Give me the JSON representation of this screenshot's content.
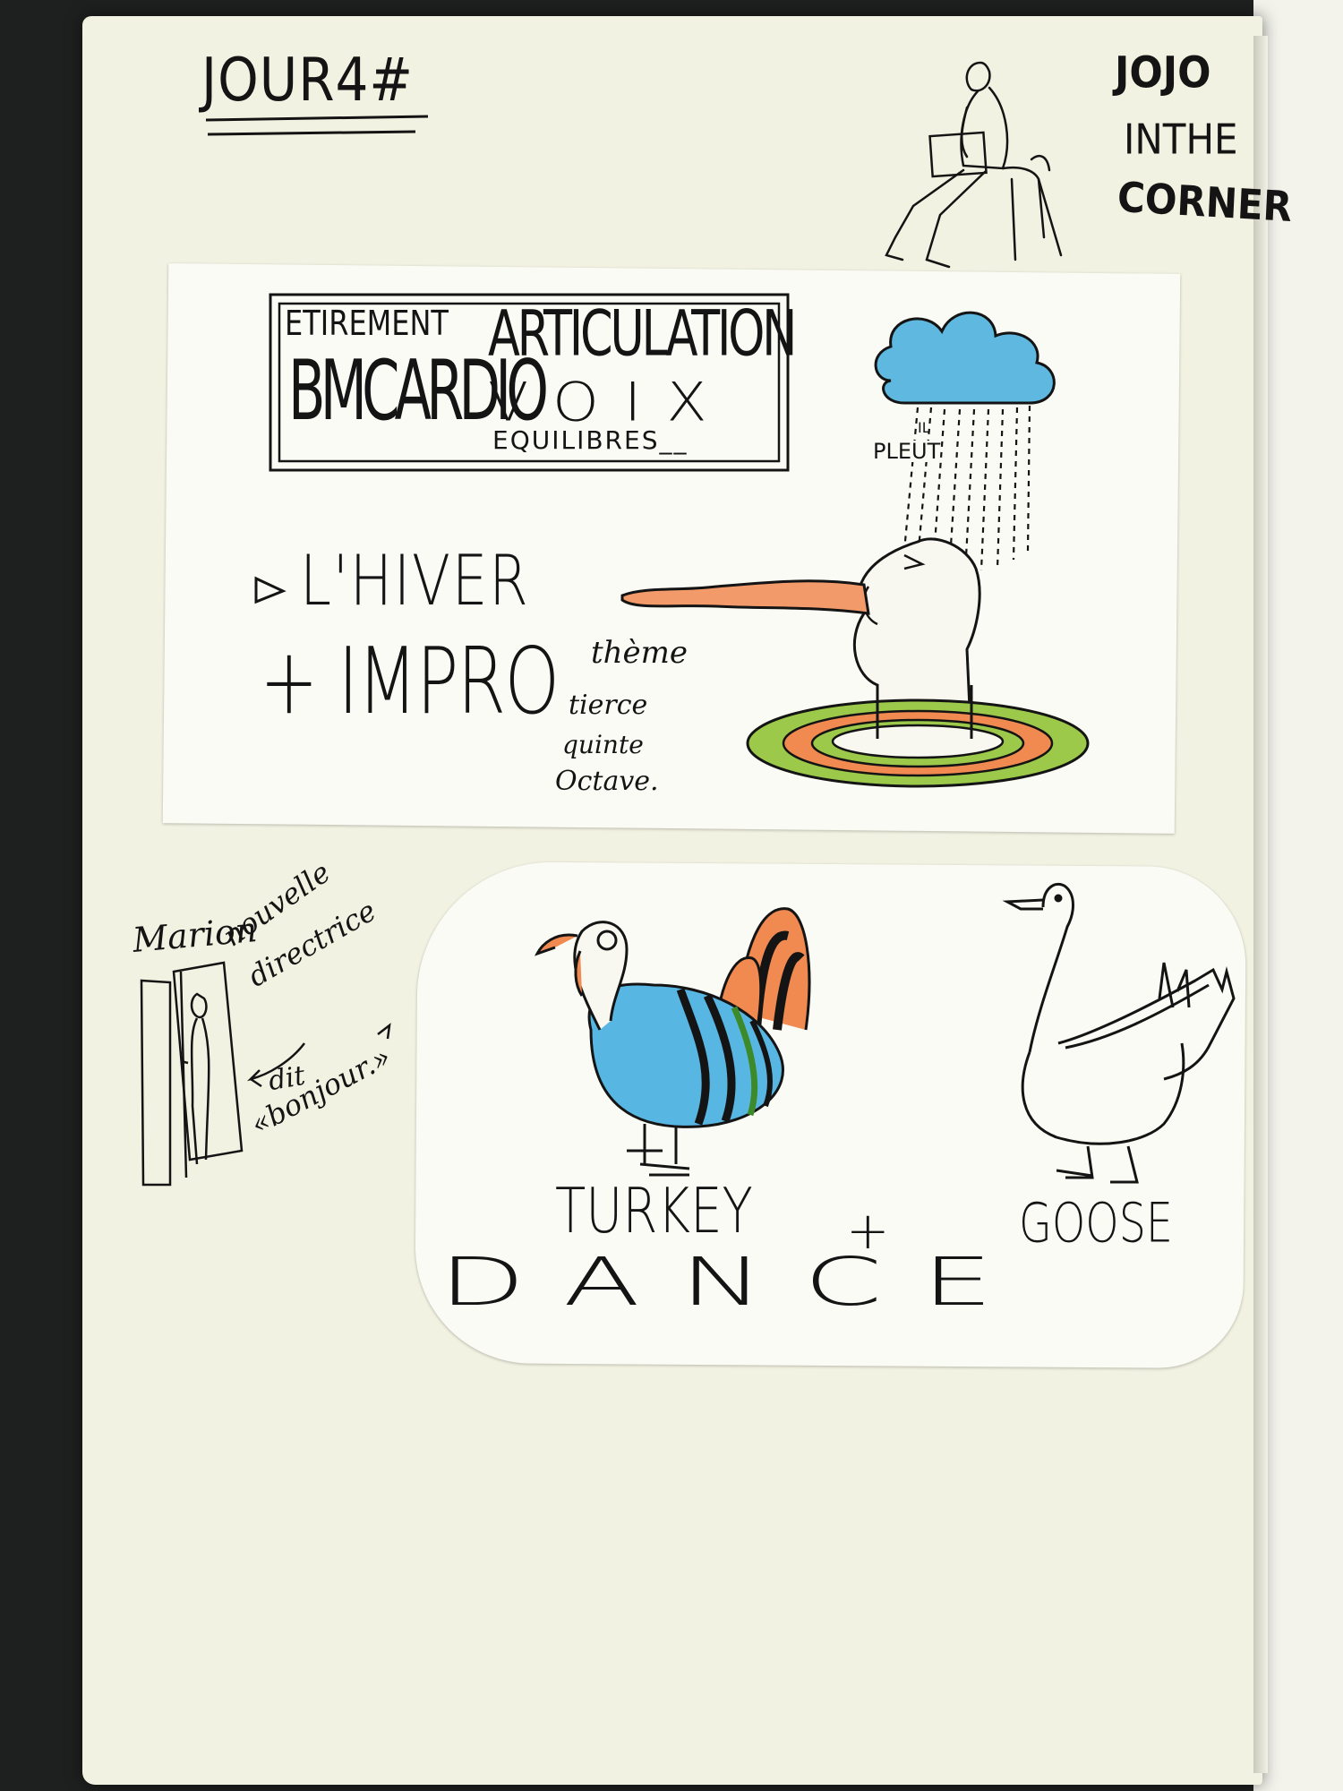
{
  "page": {
    "title": "JOUR4#",
    "corner_note": [
      "JOJO",
      "INTHE",
      "CORNER"
    ]
  },
  "card_top": {
    "box_words": {
      "etirement": "ETIREMENT",
      "articulation": "ARTICULATION",
      "bm_cardio": "BMCARDIO",
      "voix": "VOIX",
      "equilibres": "EQUILIBRES__"
    },
    "rain_note": [
      "IL",
      "PLEUT"
    ],
    "hiver": "L'HIVER",
    "impro": "+ IMPRO",
    "impro_notes": [
      "thème",
      "tierce",
      "quinte",
      "Octave."
    ]
  },
  "side_note": {
    "name": "Marion",
    "role": [
      "nouvelle",
      "directrice"
    ],
    "action": [
      "dit",
      "«bonjour.»"
    ]
  },
  "card_bottom": {
    "turkey": "TURKEY",
    "plus": "+",
    "goose": "GOOSE",
    "dance": "DANCE"
  },
  "colors": {
    "paper": "#f2f2e2",
    "cloud": "#5fb8e0",
    "tongue": "#f39a6a",
    "puddle_green": "#9cc94a",
    "puddle_orange": "#f08a50",
    "turkey_blue": "#58b6e2"
  }
}
